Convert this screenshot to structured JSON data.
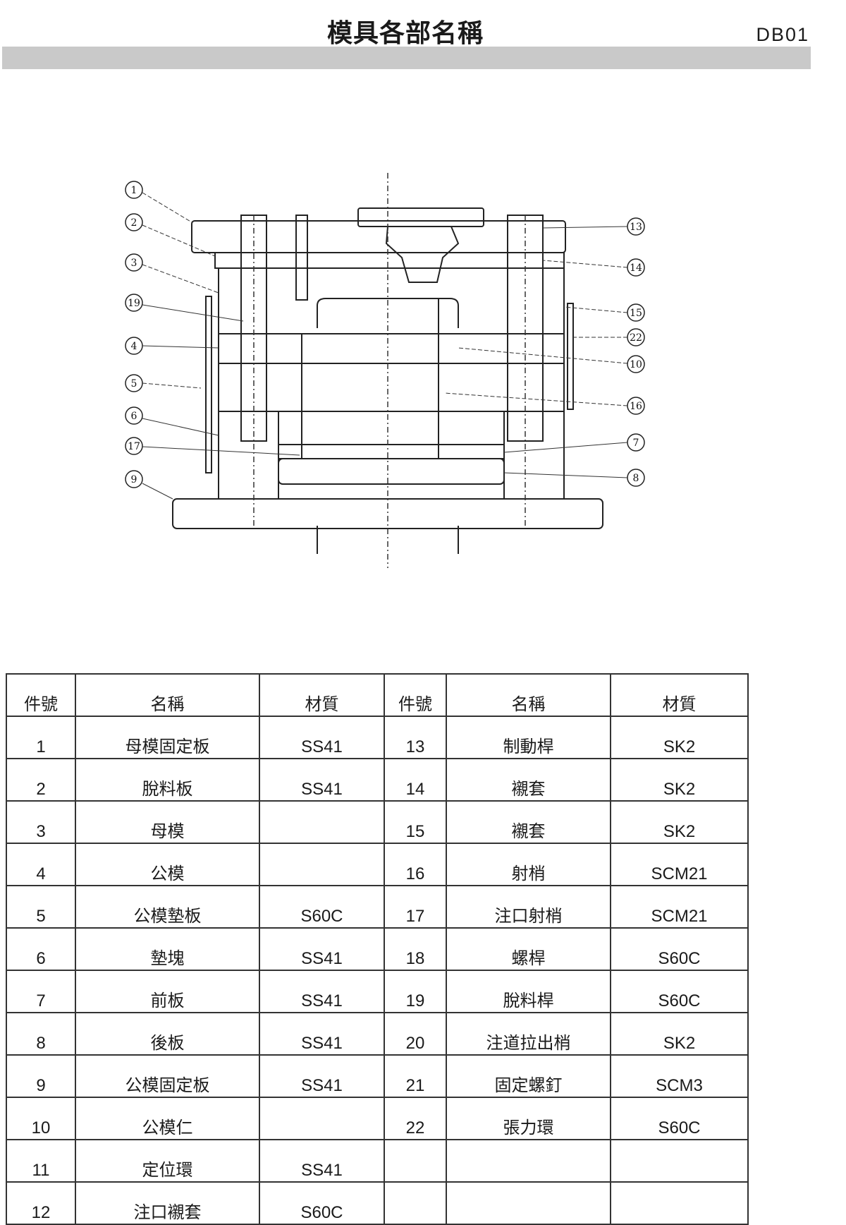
{
  "title": "模具各部名稱",
  "code": "DB01",
  "diagram_callouts": [
    "1",
    "2",
    "3",
    "19",
    "4",
    "5",
    "6",
    "17",
    "9",
    "13",
    "14",
    "15",
    "22",
    "10",
    "16",
    "7",
    "8"
  ],
  "table": {
    "headers": [
      "件號",
      "名稱",
      "材質",
      "件號",
      "名稱",
      "材質"
    ],
    "rows": [
      [
        "1",
        "母模固定板",
        "SS41",
        "13",
        "制動桿",
        "SK2"
      ],
      [
        "2",
        "脫料板",
        "SS41",
        "14",
        "襯套",
        "SK2"
      ],
      [
        "3",
        "母模",
        "",
        "15",
        "襯套",
        "SK2"
      ],
      [
        "4",
        "公模",
        "",
        "16",
        "射梢",
        "SCM21"
      ],
      [
        "5",
        "公模墊板",
        "S60C",
        "17",
        "注口射梢",
        "SCM21"
      ],
      [
        "6",
        "墊塊",
        "SS41",
        "18",
        "螺桿",
        "S60C"
      ],
      [
        "7",
        "前板",
        "SS41",
        "19",
        "脫料桿",
        "S60C"
      ],
      [
        "8",
        "後板",
        "SS41",
        "20",
        "注道拉出梢",
        "SK2"
      ],
      [
        "9",
        "公模固定板",
        "SS41",
        "21",
        "固定螺釘",
        "SCM3"
      ],
      [
        "10",
        "公模仁",
        "",
        "22",
        "張力環",
        "S60C"
      ],
      [
        "11",
        "定位環",
        "SS41",
        "",
        "",
        ""
      ],
      [
        "12",
        "注口襯套",
        "S60C",
        "",
        "",
        ""
      ]
    ]
  }
}
